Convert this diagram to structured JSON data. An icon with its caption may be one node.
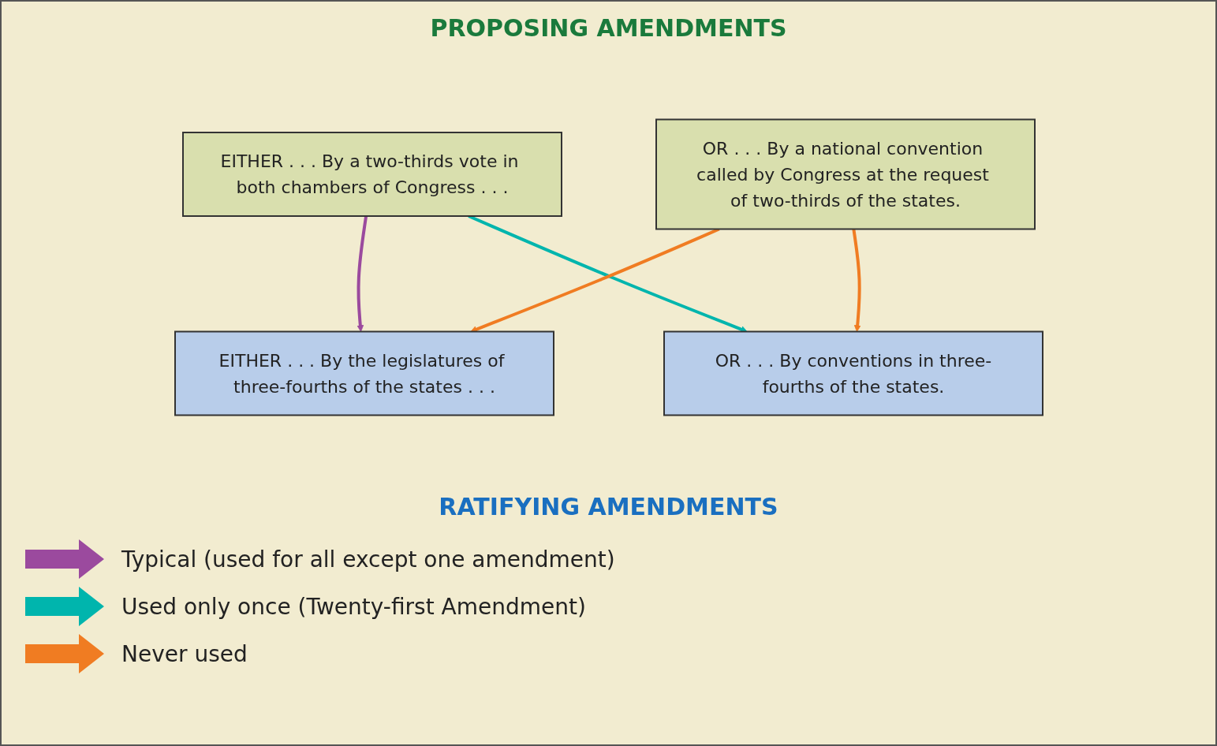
{
  "diagram": {
    "title": "PROPOSING AMENDMENTS",
    "nodes": [
      {
        "text": [
          "EITHER . . . By a two-thirds vote in both chambers of Congress . . ."
        ]
      },
      {
        "text": [
          "OR . . . By a national convention called by Congress at the request of two-thirds of the states."
        ]
      },
      {
        "text": [
          "EITHER . . . By the legislatures of three-fourths of the states . . ."
        ]
      },
      {
        "text": [
          "OR . . . By conventions in three-fourths of the states."
        ]
      }
    ],
    "edges": [
      {
        "from": 0,
        "to": 2,
        "arrow": "to",
        "color": "#9b4a9e"
      },
      {
        "from": 0,
        "to": 3,
        "arrow": "to",
        "color": "#00b5ad"
      },
      {
        "from": 1,
        "to": 3,
        "arrow": "to",
        "color": "#f07c22"
      },
      {
        "from": 1,
        "to": 2,
        "arrow": "to",
        "color": "#f07c22"
      }
    ],
    "labels": [
      "RATIFYING AMENDMENTS"
    ],
    "legend": [
      {
        "text": "Typical (used for all except one amendment)",
        "color": "#9b4a9e"
      },
      {
        "text": "Used only once (Twenty-first Amendment)",
        "color": "#00b5ad"
      },
      {
        "text": "Never used",
        "color": "#f07c22"
      }
    ]
  }
}
